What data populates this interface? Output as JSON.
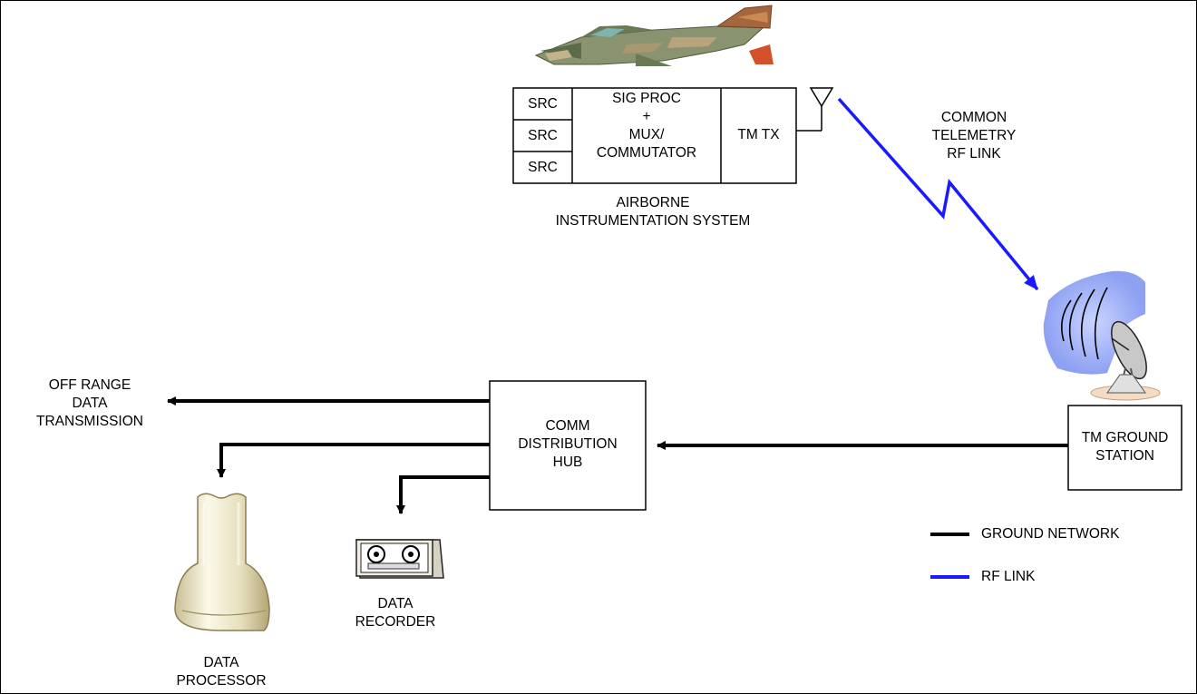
{
  "airborne": {
    "src_labels": [
      "SRC",
      "SRC",
      "SRC"
    ],
    "sig_proc_lines": [
      "SIG PROC",
      "+",
      "MUX/",
      "COMMUTATOR"
    ],
    "tm_tx": "TM TX",
    "caption_lines": [
      "AIRBORNE",
      "INSTRUMENTATION SYSTEM"
    ]
  },
  "rf_link_label_lines": [
    "COMMON",
    "TELEMETRY",
    "RF LINK"
  ],
  "ground_station_lines": [
    "TM GROUND",
    "STATION"
  ],
  "hub_lines": [
    "COMM",
    "DISTRIBUTION",
    "HUB"
  ],
  "off_range_lines": [
    "OFF RANGE",
    "DATA",
    "TRANSMISSION"
  ],
  "recorder_lines": [
    "DATA",
    "RECORDER"
  ],
  "processor_lines": [
    "DATA",
    "PROCESSOR"
  ],
  "legend": {
    "ground": "GROUND NETWORK",
    "rf": "RF LINK",
    "ground_color": "#000000",
    "rf_color": "#1a1aff"
  },
  "icons": {
    "aircraft": "fighter-jet-icon",
    "antenna": "antenna-icon",
    "dish": "satellite-dish-icon",
    "recorder": "tape-recorder-icon",
    "processor": "mainframe-computer-icon"
  }
}
